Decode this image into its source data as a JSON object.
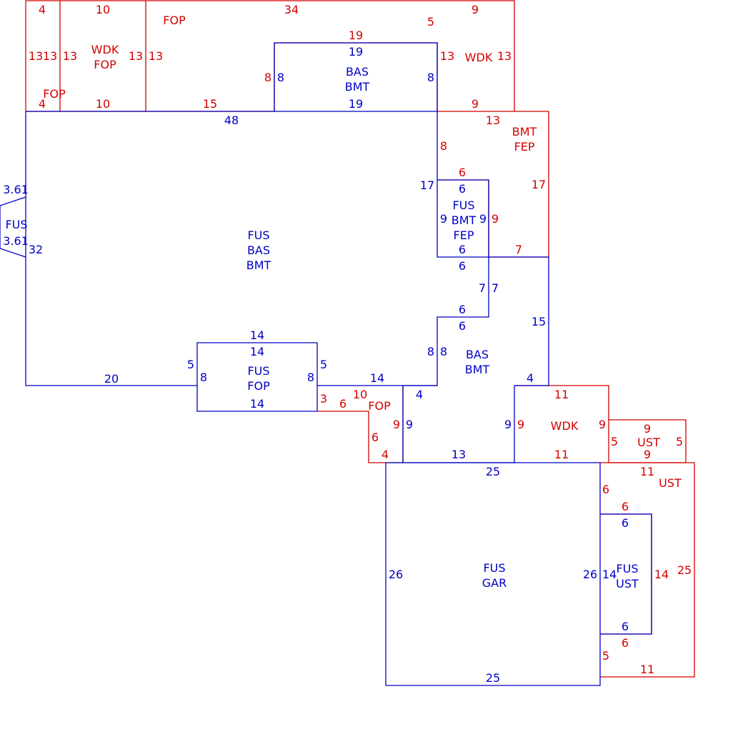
{
  "colors": {
    "blue": "#0000c8",
    "red": "#d40000",
    "background": "#ffffff"
  },
  "area_labels": {
    "fus_bas_bmt": [
      "FUS",
      "BAS",
      "BMT"
    ],
    "bas_bmt_top": [
      "BAS",
      "BMT"
    ],
    "bas_bmt_right": [
      "BAS",
      "BMT"
    ],
    "fus_bmt_fep": [
      "FUS",
      "BMT",
      "FEP"
    ],
    "bmt_fep": [
      "BMT",
      "FEP"
    ],
    "fus_fop": [
      "FUS",
      "FOP"
    ],
    "fus_gar": [
      "FUS",
      "GAR"
    ],
    "fus_ust": [
      "FUS",
      "UST"
    ],
    "fus_bay": "FUS",
    "wdk_fop": [
      "WDK",
      "FOP"
    ],
    "fop_top": "FOP",
    "fop_corner": "FOP",
    "wdk_top": "WDK",
    "fop_step": "FOP",
    "wdk_mid": "WDK",
    "ust_small": "UST",
    "ust_large": "UST"
  },
  "dimensions": {
    "main_top": "48",
    "main_left": "32",
    "main_bottom": "20",
    "main_right": "17",
    "bay_top": "3.61",
    "bay_bottom": "3.61",
    "fop_box_top_outer": "14",
    "fop_box_top_inner": "14",
    "fop_box_bottom": "14",
    "fop_box_left_outer": "5",
    "fop_box_left_inner": "8",
    "fop_box_right_inner": "8",
    "fop_box_right_outer": "5",
    "bmt_ins_top": "6",
    "bmt_ins_bottom": "6",
    "bmt_ins_left": "9",
    "bmt_ins_right": "9",
    "step_6_below": "6",
    "step_7_left": "7",
    "step_7_right": "7",
    "step_6_upper": "6",
    "step_6_lower": "6",
    "step_8_a": "8",
    "step_8_b": "8",
    "ledge_14": "14",
    "ledge_4": "4",
    "bas_right_15": "15",
    "bas_4": "4",
    "bas_left_9": "9",
    "bas_right_9": "9",
    "bas_bottom_13": "13",
    "bas_top_19": "19",
    "bas_left_8": "8",
    "bas_right_8": "8",
    "bas_bottom_19": "19",
    "gar_top": "25",
    "gar_bottom": "25",
    "gar_left": "26",
    "gar_right": "26",
    "ust_top": "6",
    "ust_bottom": "6",
    "ust_left": "14",
    "bmt_fep_top": "13",
    "bmt_fep_left": "8",
    "bmt_fep_right": "17",
    "bmt_fep_6": "6",
    "bmt_fep_9": "9",
    "bmt_fep_7": "7",
    "top_4a": "4",
    "top_10a": "10",
    "top_4b": "4",
    "top_10b": "10",
    "left_13a": "13",
    "left_13b": "13",
    "left_13c": "13",
    "left_13d": "13",
    "left_13e": "13",
    "fop_34": "34",
    "fop_5": "5",
    "fop_19": "19",
    "fop_8": "8",
    "fop_15": "15",
    "wdk_9a": "9",
    "wdk_9b": "9",
    "wdk_13a": "13",
    "wdk_13b": "13",
    "fop2_3": "3",
    "fop2_6a": "6",
    "fop2_10": "10",
    "fop2_6b": "6",
    "fop2_4": "4",
    "fop2_9": "9",
    "wdk2_11a": "11",
    "wdk2_11b": "11",
    "wdk2_9a": "9",
    "wdk2_9b": "9",
    "ust_s_9a": "9",
    "ust_s_9b": "9",
    "ust_s_5a": "5",
    "ust_s_5b": "5",
    "ust_l_11a": "11",
    "ust_l_11b": "11",
    "ust_l_6a": "6",
    "ust_l_6b": "6",
    "ust_l_6c": "6",
    "ust_l_14": "14",
    "ust_l_25": "25",
    "ust_l_5": "5"
  }
}
